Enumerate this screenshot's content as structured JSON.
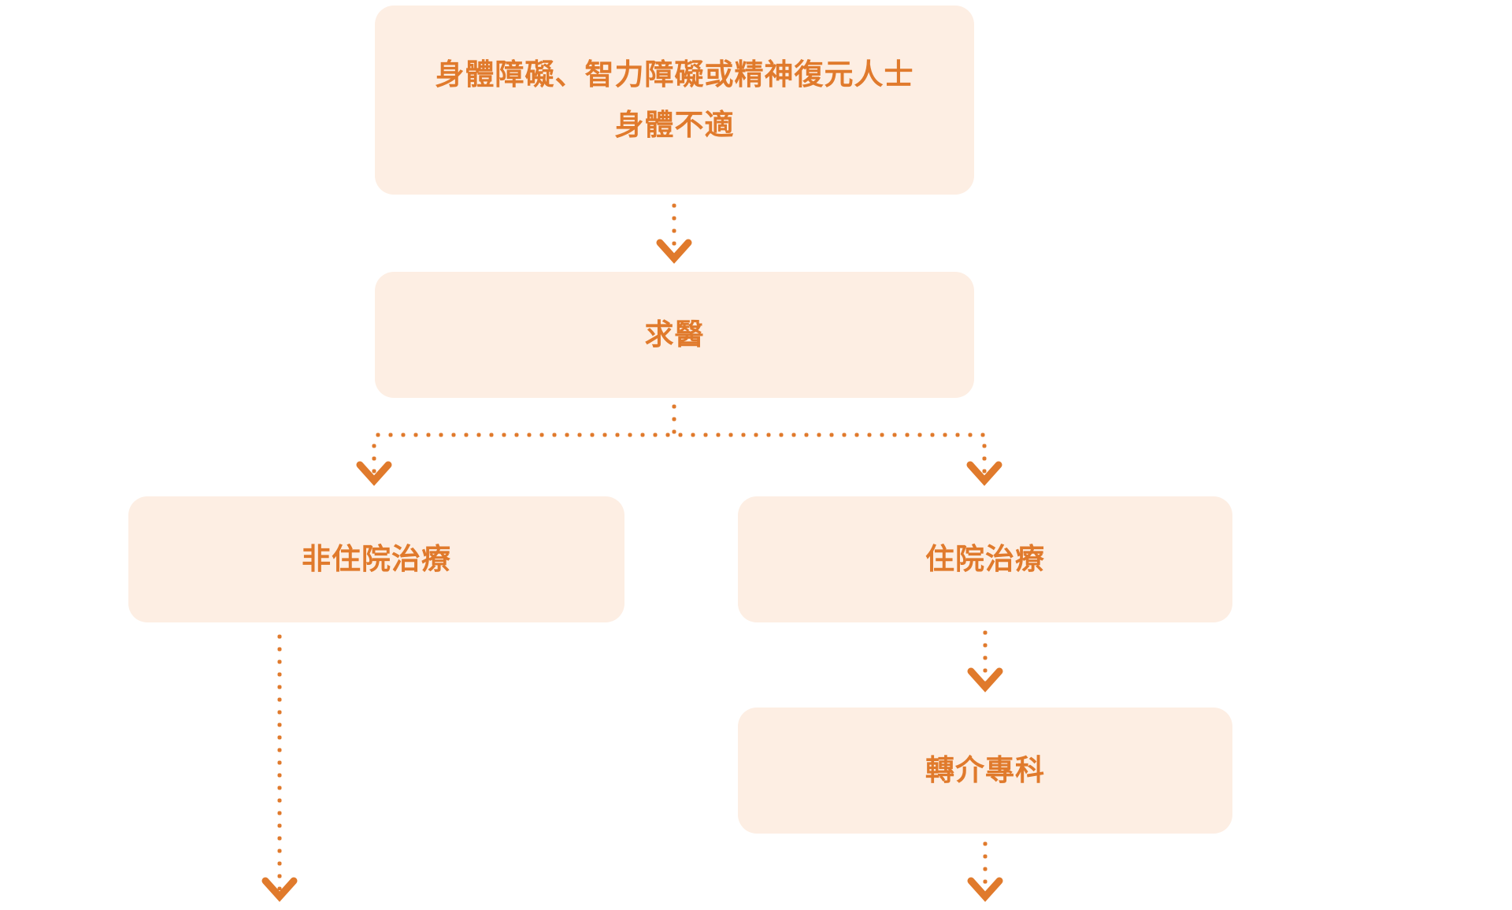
{
  "diagram": {
    "type": "flowchart",
    "accent_color": "#E07A2C",
    "node_fill_color": "#FDEEE3",
    "nodes": {
      "condition": {
        "line1": "身體障礙、智力障礙或精神復元人士",
        "line2": "身體不適"
      },
      "seek_medical": {
        "label": "求醫"
      },
      "outpatient": {
        "label": "非住院治療"
      },
      "inpatient": {
        "label": "住院治療"
      },
      "referral": {
        "label": "轉介專科"
      }
    },
    "edges": [
      {
        "from": "condition",
        "to": "seek_medical",
        "style": "dotted-arrow"
      },
      {
        "from": "seek_medical",
        "to": "outpatient",
        "style": "dotted-arrow"
      },
      {
        "from": "seek_medical",
        "to": "inpatient",
        "style": "dotted-arrow"
      },
      {
        "from": "inpatient",
        "to": "referral",
        "style": "dotted-arrow"
      },
      {
        "from": "outpatient",
        "to": "below",
        "style": "dotted-arrow"
      },
      {
        "from": "referral",
        "to": "below",
        "style": "dotted-arrow"
      }
    ]
  }
}
